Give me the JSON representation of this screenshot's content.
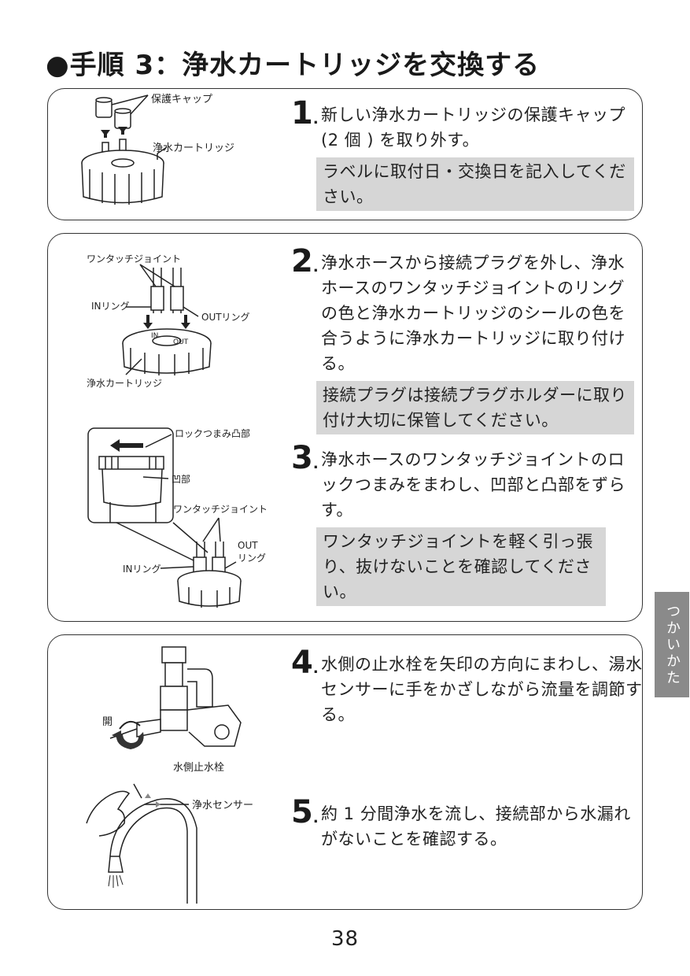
{
  "page": {
    "title": "●手順 3：浄水カートリッジを交換する",
    "side_tab": "つかいかた",
    "page_number": "38"
  },
  "steps": [
    {
      "num": "1",
      "text": "新しい浄水カートリッジの保護キャップ (2 個 ) を取り外す。",
      "note": "ラベルに取付日・交換日を記入してください。"
    },
    {
      "num": "2",
      "text": "浄水ホースから接続プラグを外し、浄水ホースのワンタッチジョイントのリングの色と浄水カートリッジのシールの色を合うように浄水カートリッジに取り付ける。",
      "note": "接続プラグは接続プラグホルダーに取り付け大切に保管してください。"
    },
    {
      "num": "3",
      "text": "浄水ホースのワンタッチジョイントのロックつまみをまわし、凹部と凸部をずらす。",
      "note": "ワンタッチジョイントを軽く引っ張り、抜けないことを確認してください。"
    },
    {
      "num": "4",
      "text": "水側の止水栓を矢印の方向にまわし、湯水センサーに手をかざしながら流量を調節する。"
    },
    {
      "num": "5",
      "text": "約 1 分間浄水を流し、接続部から水漏れがないことを確認する。"
    }
  ],
  "figure_labels": {
    "fig1": {
      "cap": "保護キャップ",
      "cart": "浄水カートリッジ"
    },
    "fig2": {
      "joint": "ワンタッチジョイント",
      "in_ring": "INリング",
      "out_ring": "OUTリング",
      "cart": "浄水カートリッジ",
      "in": "IN",
      "out": "OUT"
    },
    "fig3": {
      "lock": "ロックつまみ凸部",
      "recess": "凹部",
      "joint": "ワンタッチジョイント",
      "in_ring": "INリング",
      "out_ring_1": "OUT",
      "out_ring_2": "リング"
    },
    "fig4": {
      "open": "開",
      "valve": "水側止水栓"
    },
    "fig5": {
      "sensor": "浄水センサー"
    }
  }
}
